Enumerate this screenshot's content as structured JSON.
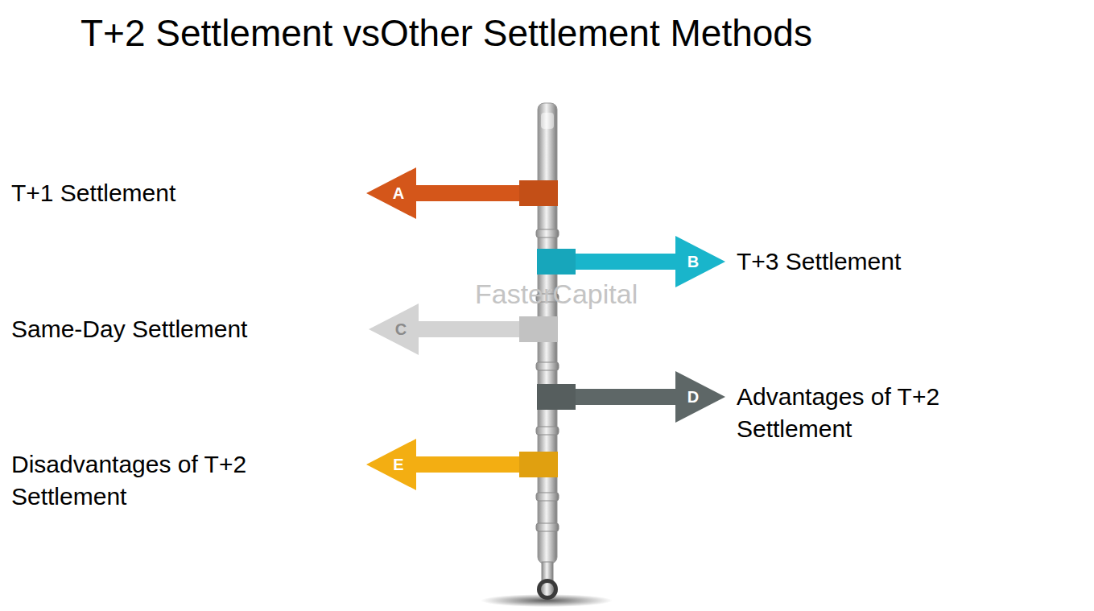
{
  "diagram": {
    "title": "T+2 Settlement vsOther Settlement Methods",
    "nodes": [
      {
        "text": [
          "A",
          "T+1 Settlement"
        ]
      },
      {
        "text": [
          "B",
          "T+3 Settlement"
        ]
      },
      {
        "text": [
          "C",
          "Same-Day Settlement"
        ]
      },
      {
        "text": [
          "D",
          "Advantages of T+2 Settlement"
        ]
      },
      {
        "text": [
          "E",
          "Disadvantages of T+2 Settlement"
        ]
      }
    ],
    "labels": [
      "FasterCapital"
    ]
  }
}
